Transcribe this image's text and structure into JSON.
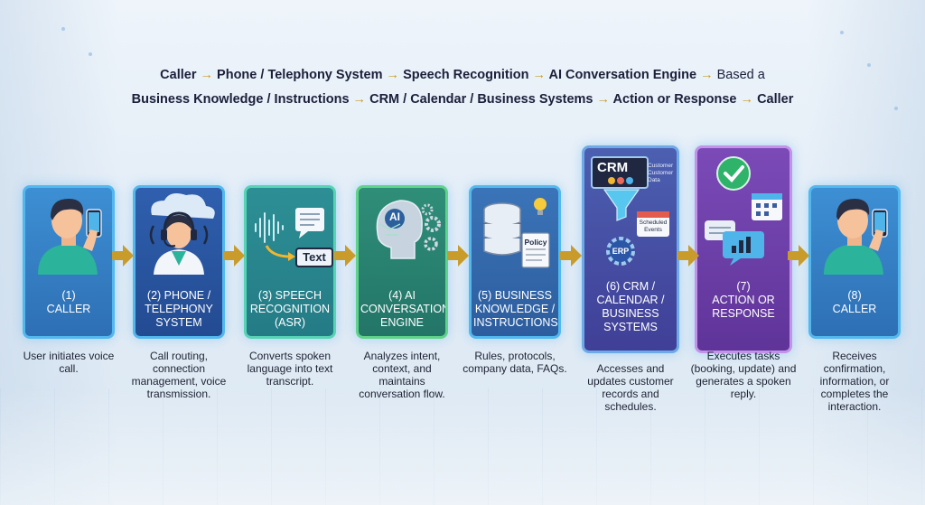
{
  "title": {
    "line1": [
      {
        "text": "Caller"
      },
      {
        "arrow": "→"
      },
      {
        "text": "Phone / Telephony System"
      },
      {
        "arrow": "→"
      },
      {
        "text": "Speech Recognition"
      },
      {
        "arrow": "→"
      },
      {
        "text": "AI Conversation Engine"
      },
      {
        "arrow": "→"
      },
      {
        "text": "Based a",
        "light": true
      }
    ],
    "line2": [
      {
        "text": "Business Knowledge / Instructions"
      },
      {
        "arrow": "→"
      },
      {
        "text": "CRM / Calendar / Business Systems"
      },
      {
        "arrow": "→"
      },
      {
        "text": "Action or Response"
      },
      {
        "arrow": "→"
      },
      {
        "text": "Caller"
      }
    ]
  },
  "steps": [
    {
      "num": "(1)",
      "label": "CALLER",
      "desc": "User initiates voice call.",
      "icon": "person-phone-icon"
    },
    {
      "num": "(2) PHONE /",
      "label": "TELEPHONY SYSTEM",
      "desc": "Call routing, connection management, voice transmission.",
      "icon": "headset-operator-icon"
    },
    {
      "num": "(3) SPEECH",
      "label": "RECOGNITION (ASR)",
      "desc": "Converts spoken language into text transcript.",
      "icon": "waveform-text-icon"
    },
    {
      "num": "(4) AI",
      "label": "CONVERSATION ENGINE",
      "desc": "Analyzes intent, context, and maintains conversation flow.",
      "icon": "ai-brain-icon"
    },
    {
      "num": "(5) BUSINESS",
      "label": "KNOWLEDGE / INSTRUCTIONS",
      "desc": "Rules, protocols, company data, FAQs.",
      "icon": "database-policy-icon"
    },
    {
      "num": "(6) CRM /",
      "label": "CALENDAR / BUSINESS SYSTEMS",
      "desc": "Accesses and updates customer records and schedules.",
      "icon": "crm-erp-icon"
    },
    {
      "num": "(7)",
      "label": "ACTION OR RESPONSE",
      "desc": "Executes tasks (booking, update) and generates a spoken reply.",
      "icon": "checkmark-chat-icon"
    },
    {
      "num": "(8)",
      "label": "CALLER",
      "desc": "Receives confirmation, information, or completes the interaction.",
      "icon": "person-phone-icon"
    }
  ],
  "art_text": {
    "text_chip": "Text",
    "ai_chip": "AI",
    "policy_doc": "Policy",
    "crm_board": "CRM",
    "crm_side": "Customer Customer Data",
    "scheduled": "Scheduled Events",
    "erp_gear": "ERP"
  },
  "colors": {
    "arrow": "#c89b2a",
    "title_text": "#1b1f3a",
    "card_glow": "#52b8ee"
  }
}
